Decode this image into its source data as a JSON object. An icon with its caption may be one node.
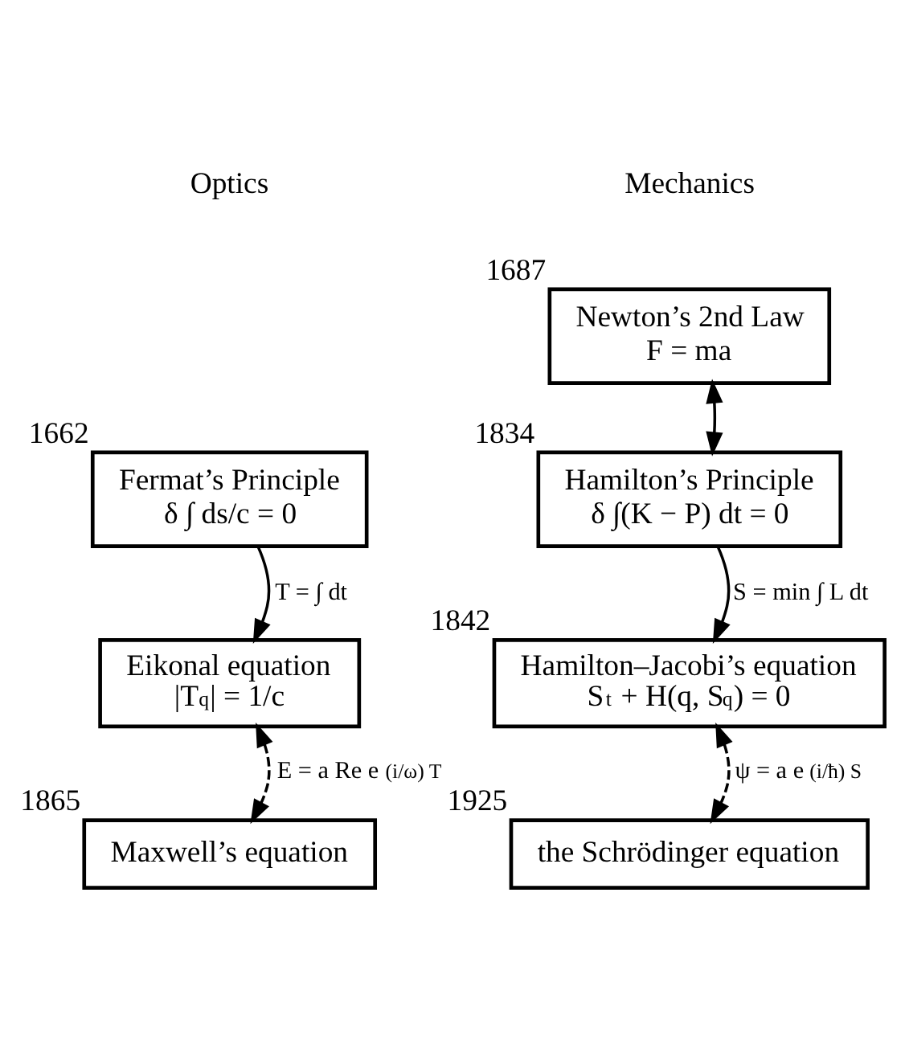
{
  "diagram": {
    "nodes": [
      {
        "text": [
          "Newton’s 2nd Law",
          "F = ma"
        ],
        "beside": [
          "1687"
        ]
      },
      {
        "text": [
          "Fermat’s Principle",
          "δ ∫ ds/c = 0"
        ],
        "beside": [
          "1662"
        ]
      },
      {
        "text": [
          "Hamilton’s Principle",
          "δ ∫(K − P) dt = 0"
        ],
        "beside": [
          "1834"
        ]
      },
      {
        "text": [
          "Eikonal equation",
          "|T$_{q}$| = 1/c"
        ]
      },
      {
        "text": [
          "Hamilton–Jacobi’s equation",
          "S$_{t}$ + H(q, S$_{q}$) = 0"
        ],
        "beside": [
          "1842"
        ]
      },
      {
        "text": [
          "Maxwell’s equation"
        ],
        "beside": [
          "1865"
        ]
      },
      {
        "text": [
          "the Schrödinger equation"
        ],
        "beside": [
          "1925"
        ]
      }
    ],
    "edges": [
      {
        "from": 0,
        "to": 2,
        "arrow": "both"
      },
      {
        "from": 1,
        "to": 3,
        "arrow": "to",
        "label": "T = ∫ dt"
      },
      {
        "from": 2,
        "to": 4,
        "arrow": "to",
        "label": "S = min ∫ L dt"
      },
      {
        "from": 3,
        "to": 5,
        "arrow": "both",
        "style": "dashed",
        "label": "E = a Re e$^{(i/ω) T}$"
      },
      {
        "from": 4,
        "to": 6,
        "arrow": "both",
        "style": "dashed",
        "label": "ψ = a e$^{(i/ħ) S}$"
      }
    ],
    "labels": [
      "Optics",
      "Mechanics"
    ]
  }
}
